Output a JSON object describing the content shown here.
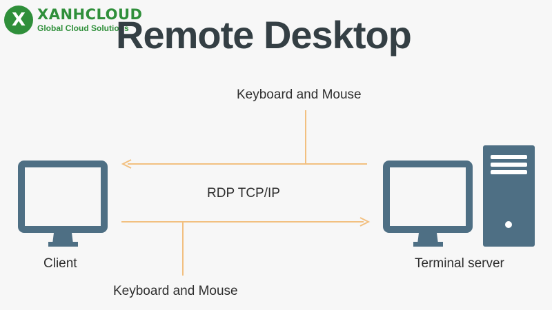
{
  "logo": {
    "initial": "X",
    "name": "XANHCLOUD",
    "tagline": "Global Cloud Solutions"
  },
  "title": "Remote Desktop",
  "labels": {
    "keyboard_mouse_top": "Keyboard and Mouse",
    "protocol": "RDP TCP/IP",
    "keyboard_mouse_bottom": "Keyboard and Mouse",
    "client": "Client",
    "server": "Terminal server"
  },
  "colors": {
    "device": "#4e6f84",
    "arrow": "#f2c080",
    "title": "#343f44",
    "brand": "#2f8f3a"
  }
}
